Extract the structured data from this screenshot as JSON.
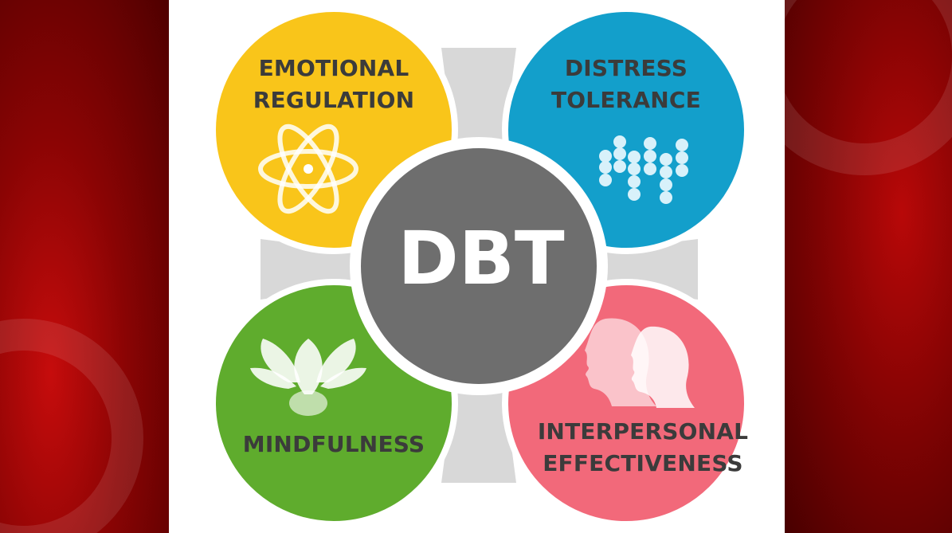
{
  "center": {
    "label": "DBT",
    "color": "#6e6e6e"
  },
  "quadrants": [
    {
      "id": "emotional-regulation",
      "line1": "EMOTIONAL",
      "line2": "REGULATION",
      "color": "#f9c51a",
      "icon": "atom-icon"
    },
    {
      "id": "distress-tolerance",
      "line1": "DISTRESS",
      "line2": "TOLERANCE",
      "color": "#139fcb",
      "icon": "dot-wave-icon"
    },
    {
      "id": "mindfulness",
      "line1": "MINDFULNESS",
      "line2": "",
      "color": "#5fac2d",
      "icon": "lotus-icon"
    },
    {
      "id": "interpersonal-effectiveness",
      "line1": "INTERPERSONAL",
      "line2": "EFFECTIVENESS",
      "color": "#f2697a",
      "icon": "two-heads-icon"
    }
  ],
  "cross_color": "#d8d8d8"
}
